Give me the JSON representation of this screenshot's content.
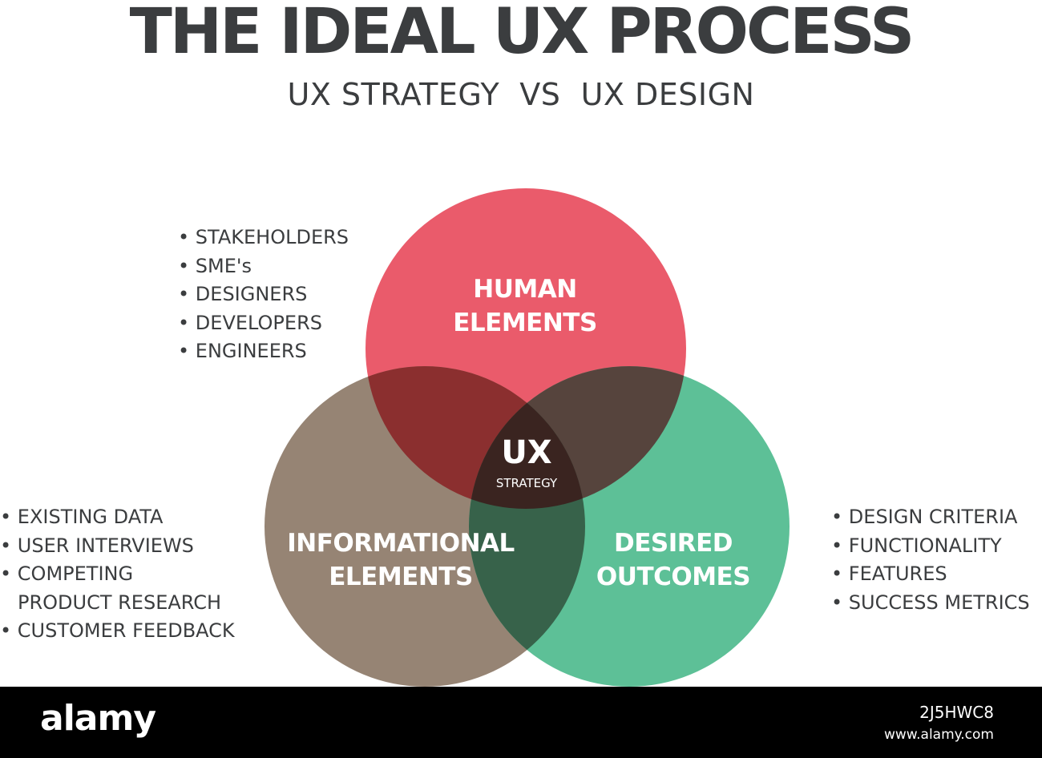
{
  "title": "THE IDEAL UX PROCESS",
  "subtitle": "UX STRATEGY  VS  UX DESIGN",
  "circles": {
    "human": {
      "label_line1": "HUMAN",
      "label_line2": "ELEMENTS",
      "color": "#ea5b6b"
    },
    "informational": {
      "label_line1": "INFORMATIONAL",
      "label_line2": "ELEMENTS",
      "color": "#968474"
    },
    "outcomes": {
      "label_line1": "DESIRED",
      "label_line2": "OUTCOMES",
      "color": "#5dc097"
    }
  },
  "overlaps": {
    "human_informational": "#8b2f2f",
    "human_outcomes": "#56443d",
    "informational_outcomes": "#37624a",
    "center": "#3a2420"
  },
  "center": {
    "title": "UX",
    "subtitle": "STRATEGY"
  },
  "lists": {
    "human": [
      "STAKEHOLDERS",
      "SME's",
      "DESIGNERS",
      "DEVELOPERS",
      "ENGINEERS"
    ],
    "informational": [
      {
        "text": "EXISTING DATA",
        "bullet": true
      },
      {
        "text": "USER INTERVIEWS",
        "bullet": true
      },
      {
        "text": "COMPETING",
        "bullet": true
      },
      {
        "text": "PRODUCT RESEARCH",
        "bullet": false
      },
      {
        "text": "CUSTOMER FEEDBACK",
        "bullet": true
      }
    ],
    "outcomes": [
      "DESIGN CRITERIA",
      "FUNCTIONALITY",
      "FEATURES",
      "SUCCESS METRICS"
    ]
  },
  "footer": {
    "logo": "alamy",
    "image_id": "2J5HWC8",
    "url": "www.alamy.com"
  }
}
